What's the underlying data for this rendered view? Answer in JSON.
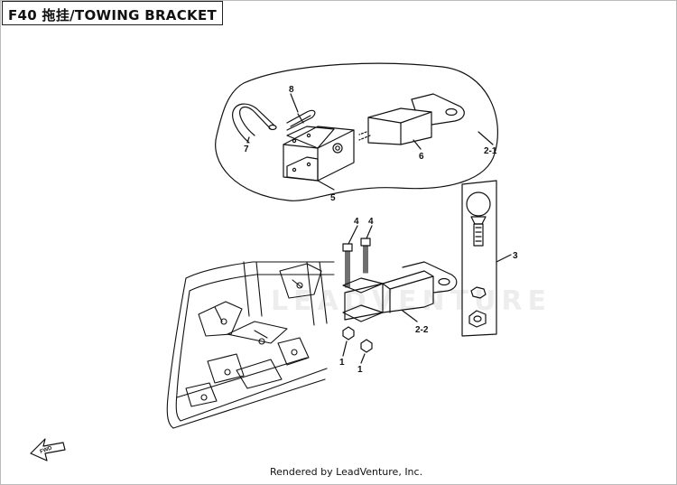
{
  "header": {
    "title": "F40 拖挂/TOWING BRACKET"
  },
  "callouts": {
    "c1a": "1",
    "c1b": "1",
    "c2_1": "2-1",
    "c2_2": "2-2",
    "c3": "3",
    "c4a": "4",
    "c4b": "4",
    "c5": "5",
    "c6": "6",
    "c7": "7",
    "c8": "8"
  },
  "fwd_label": "FWD",
  "watermark": "LEADVENTURE",
  "footer": {
    "credit": "Rendered by LeadVenture, Inc."
  }
}
